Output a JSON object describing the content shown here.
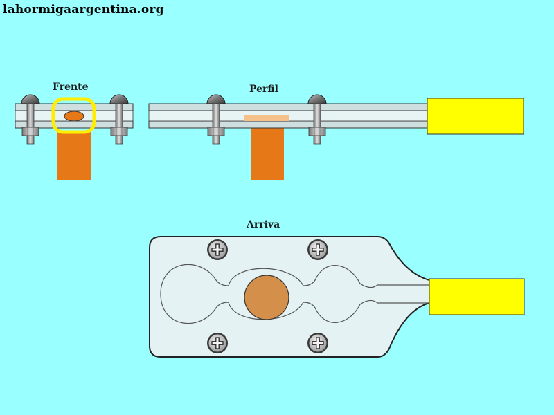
{
  "site": {
    "title": "lahormigaargentina.org"
  },
  "views": {
    "front": {
      "label": "Frente"
    },
    "profile": {
      "label": "Perfil"
    },
    "top": {
      "label": "Arriva"
    }
  },
  "colors": {
    "background": "#99ffff",
    "copper": "#e67818",
    "copper_top": "#d4904a",
    "highlight": "#ffff00",
    "handle": "#ffff00",
    "metal": "#cfdfe0",
    "plate": "#e4f2f4"
  },
  "icons": [
    "phillips-screw-icon",
    "round-head-bolt-icon",
    "hex-nut-icon"
  ]
}
